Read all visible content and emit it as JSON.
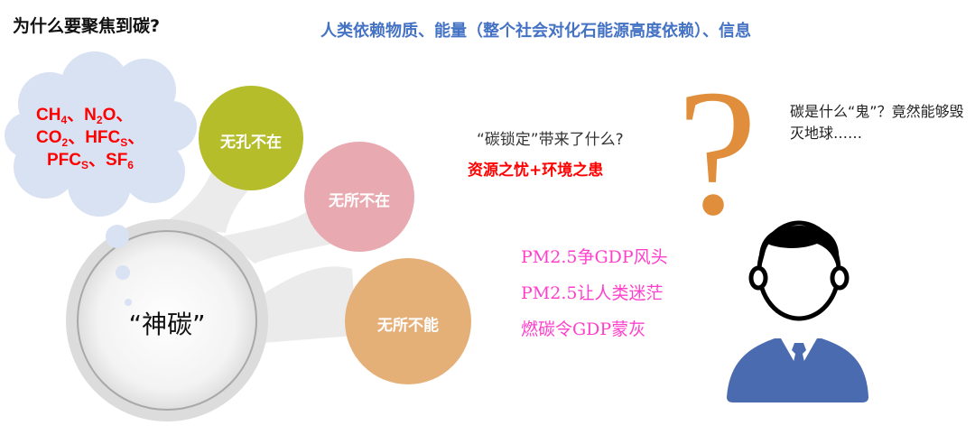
{
  "title": "为什么要聚焦到碳?",
  "subtitle": "人类依赖物质、能量（整个社会对化石能源高度依赖）、信息",
  "cloud": {
    "lines": [
      [
        {
          "t": "CH",
          "s": "4"
        },
        {
          "t": "、N",
          "s": "2"
        },
        {
          "t": "O、",
          "s": ""
        }
      ],
      [
        {
          "t": "CO",
          "s": "2"
        },
        {
          "t": "、HFC",
          "s": "S"
        },
        {
          "t": "、",
          "s": ""
        }
      ],
      [
        {
          "t": "PFC",
          "s": "S"
        },
        {
          "t": "、SF",
          "s": "6"
        }
      ]
    ]
  },
  "center_label": "“神碳”",
  "petals": [
    {
      "label": "无孔不在",
      "color": "#B5BD2A"
    },
    {
      "label": "无所不在",
      "color": "#E8AAB0"
    },
    {
      "label": "无所不能",
      "color": "#E5AF78"
    }
  ],
  "lock_question": "“碳锁定”带来了什么?",
  "lock_answer": "资源之忧+环境之患",
  "pm_lines": [
    "PM2.5争GDP风头",
    "PM2.5让人类迷茫",
    "燃碳令GDP蒙灰"
  ],
  "question_mark": "?",
  "ghost_text": "碳是什么“鬼”？竟然能够毁灭地球……",
  "colors": {
    "cloud": "#D9E2F3",
    "question": "#E08E3B",
    "suit": "#4A6BB0",
    "pm": "#FF3FCC",
    "accent": "#4472C4"
  }
}
